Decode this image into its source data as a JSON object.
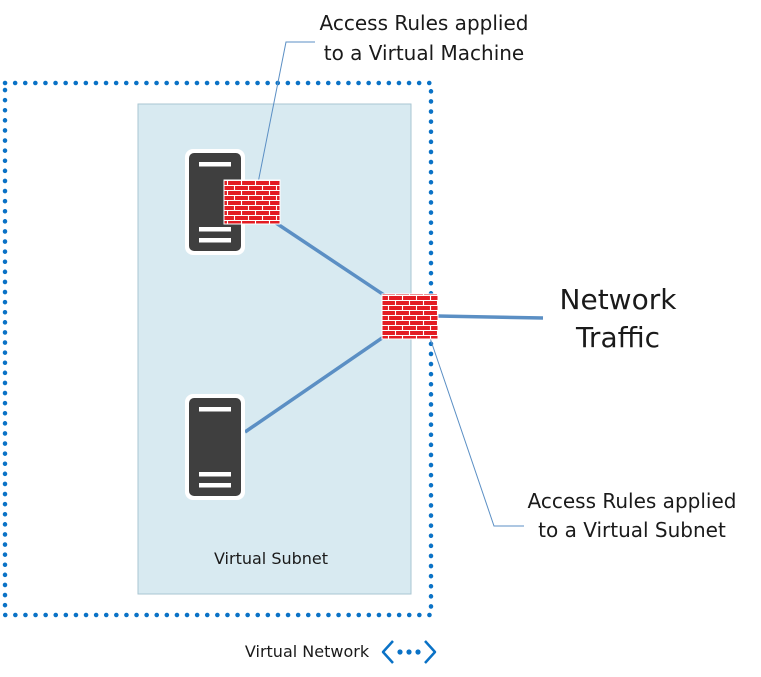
{
  "labels": {
    "vm_rules_line1": "Access Rules applied",
    "vm_rules_line2": "to a Virtual Machine",
    "subnet_rules_line1": "Access Rules applied",
    "subnet_rules_line2": "to a Virtual Subnet",
    "traffic_line1": "Network",
    "traffic_line2": "Traffic",
    "subnet": "Virtual Subnet",
    "network": "Virtual Network"
  },
  "colors": {
    "network_border": "#0a72c6",
    "subnet_fill": "#d8eaf1",
    "subnet_border": "#a9c6d2",
    "server": "#3f3f3f",
    "firewall": "#e31c23",
    "connection": "#5b8fc4",
    "callout": "#5b8fc4",
    "vnet_icon": "#0a72c6"
  },
  "icons": [
    "server-icon",
    "firewall-icon",
    "virtual-network-icon"
  ]
}
